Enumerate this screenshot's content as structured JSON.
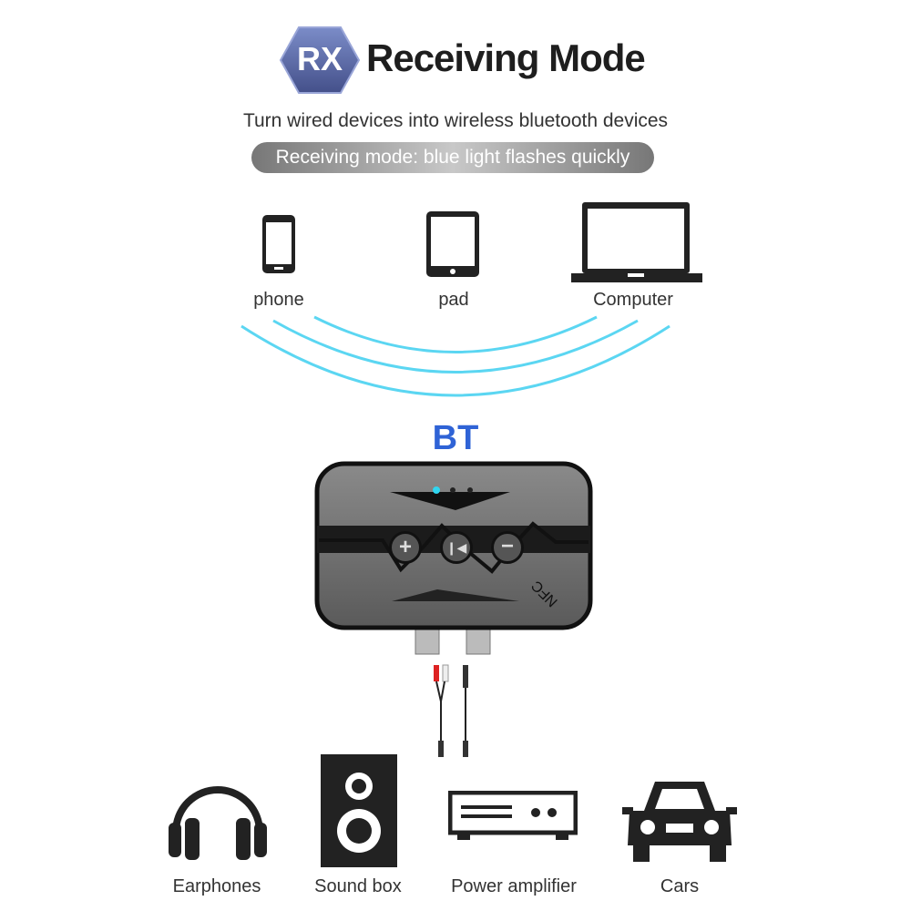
{
  "header": {
    "badge": "RX",
    "title": "Receiving Mode",
    "subtitle": "Turn wired devices into wireless bluetooth devices",
    "indicator": "Receiving mode: blue light flashes quickly"
  },
  "sources": [
    {
      "icon": "phone-icon",
      "label": "phone"
    },
    {
      "icon": "tablet-icon",
      "label": "pad"
    },
    {
      "icon": "laptop-icon",
      "label": "Computer"
    }
  ],
  "device": {
    "label": "BT",
    "nfc": "NFC",
    "led_color": "#2fd6f0",
    "buttons": [
      "volume-up",
      "play-previous",
      "volume-down"
    ]
  },
  "outputs": [
    {
      "icon": "headphones-icon",
      "label": "Earphones"
    },
    {
      "icon": "speaker-icon",
      "label": "Sound box"
    },
    {
      "icon": "amplifier-icon",
      "label": "Power amplifier"
    },
    {
      "icon": "car-icon",
      "label": "Cars"
    }
  ],
  "colors": {
    "accent": "#2f63d6",
    "badge": "#5a6aa8",
    "wave": "#3fd0f0"
  }
}
